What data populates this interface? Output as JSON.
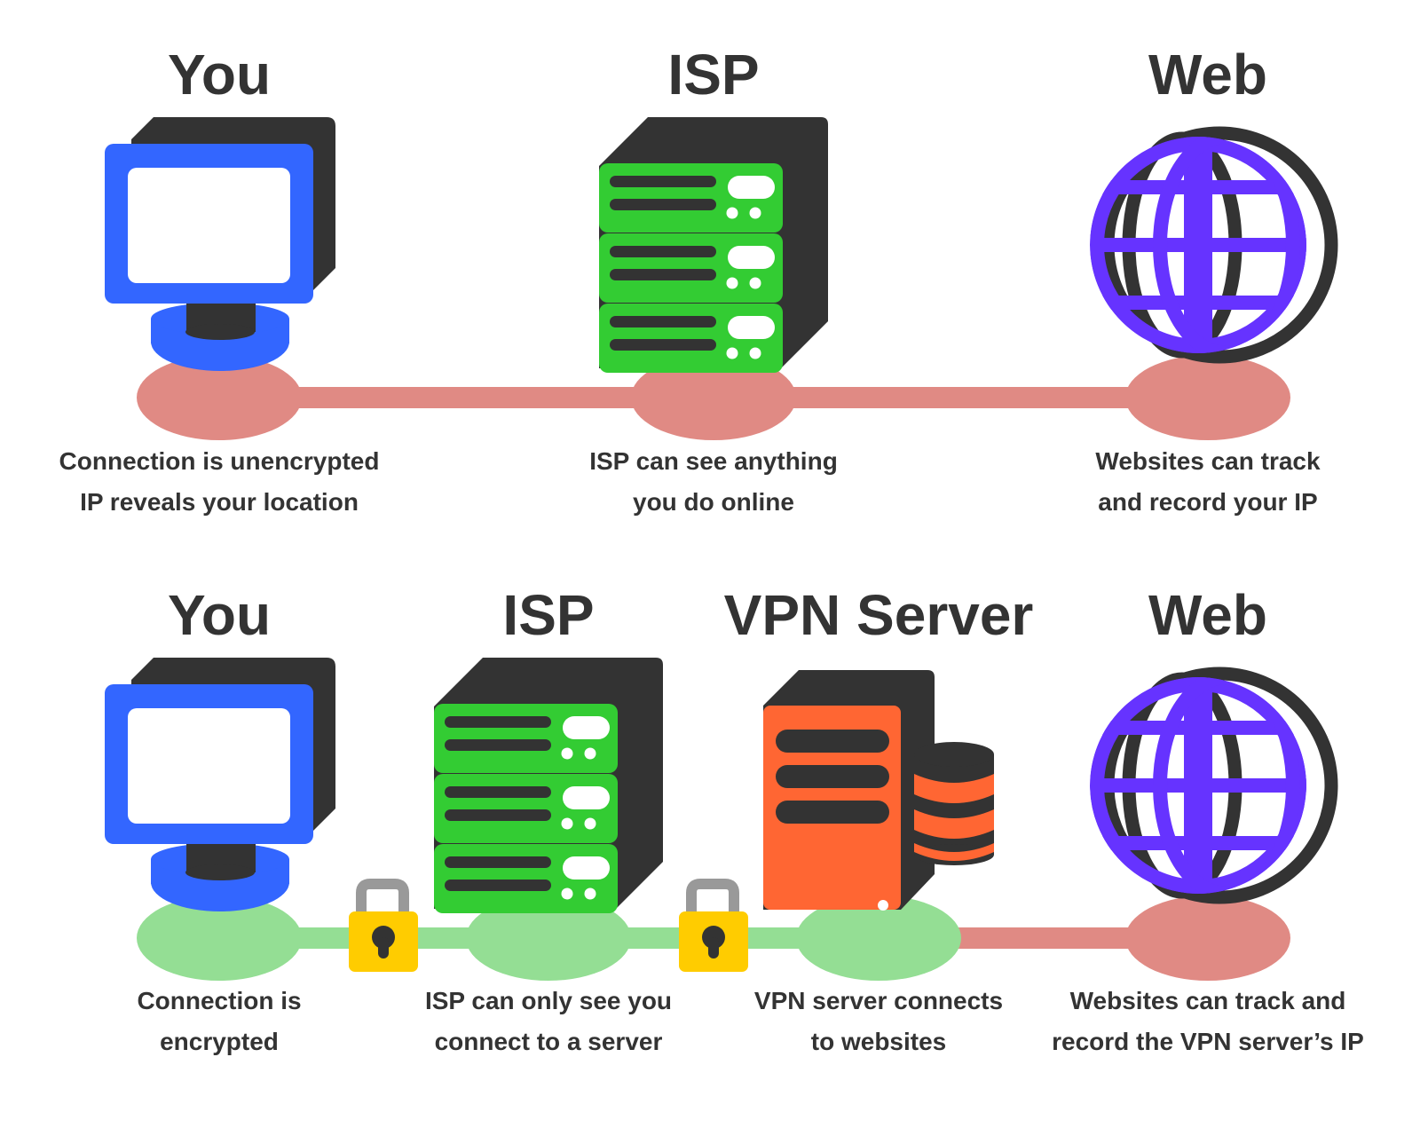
{
  "colors": {
    "dark": "#333333",
    "monitor_blue": "#3366FF",
    "server_green": "#33CC33",
    "vpn_orange": "#FF6633",
    "globe_purple": "#6633FF",
    "unencrypted_line": "#E08A84",
    "encrypted_line": "#94DE94",
    "lock_body": "#FFCC00",
    "lock_shackle": "#999999"
  },
  "top_row": {
    "nodes": [
      {
        "title": "You",
        "icon": "computer-monitor-icon",
        "caption": [
          "Connection is unencrypted",
          "IP reveals your location"
        ]
      },
      {
        "title": "ISP",
        "icon": "server-rack-icon",
        "caption": [
          "ISP can see anything",
          "you do online"
        ]
      },
      {
        "title": "Web",
        "icon": "globe-icon",
        "caption": [
          "Websites can track",
          "and record your IP"
        ]
      }
    ]
  },
  "bottom_row": {
    "nodes": [
      {
        "title": "You",
        "icon": "computer-monitor-icon",
        "caption": [
          "Connection is",
          "encrypted"
        ]
      },
      {
        "title": "ISP",
        "icon": "server-rack-icon",
        "caption": [
          "ISP can only see you",
          "connect to a server"
        ]
      },
      {
        "title": "VPN Server",
        "icon": "vpn-server-icon",
        "caption": [
          "VPN server connects",
          "to websites"
        ]
      },
      {
        "title": "Web",
        "icon": "globe-icon",
        "caption": [
          "Websites can track and",
          "record the VPN server’s IP"
        ]
      }
    ]
  }
}
